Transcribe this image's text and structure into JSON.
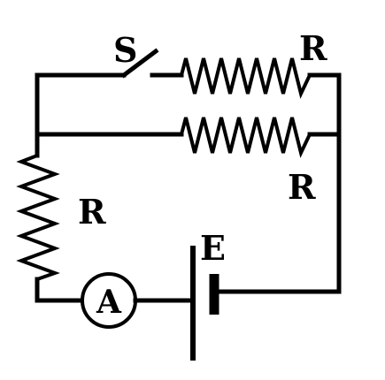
{
  "diagram": {
    "type": "circuit",
    "labels": {
      "switch": "S",
      "resistor_top": "R",
      "resistor_middle": "R",
      "resistor_left": "R",
      "ammeter": "A",
      "battery": "E"
    }
  }
}
